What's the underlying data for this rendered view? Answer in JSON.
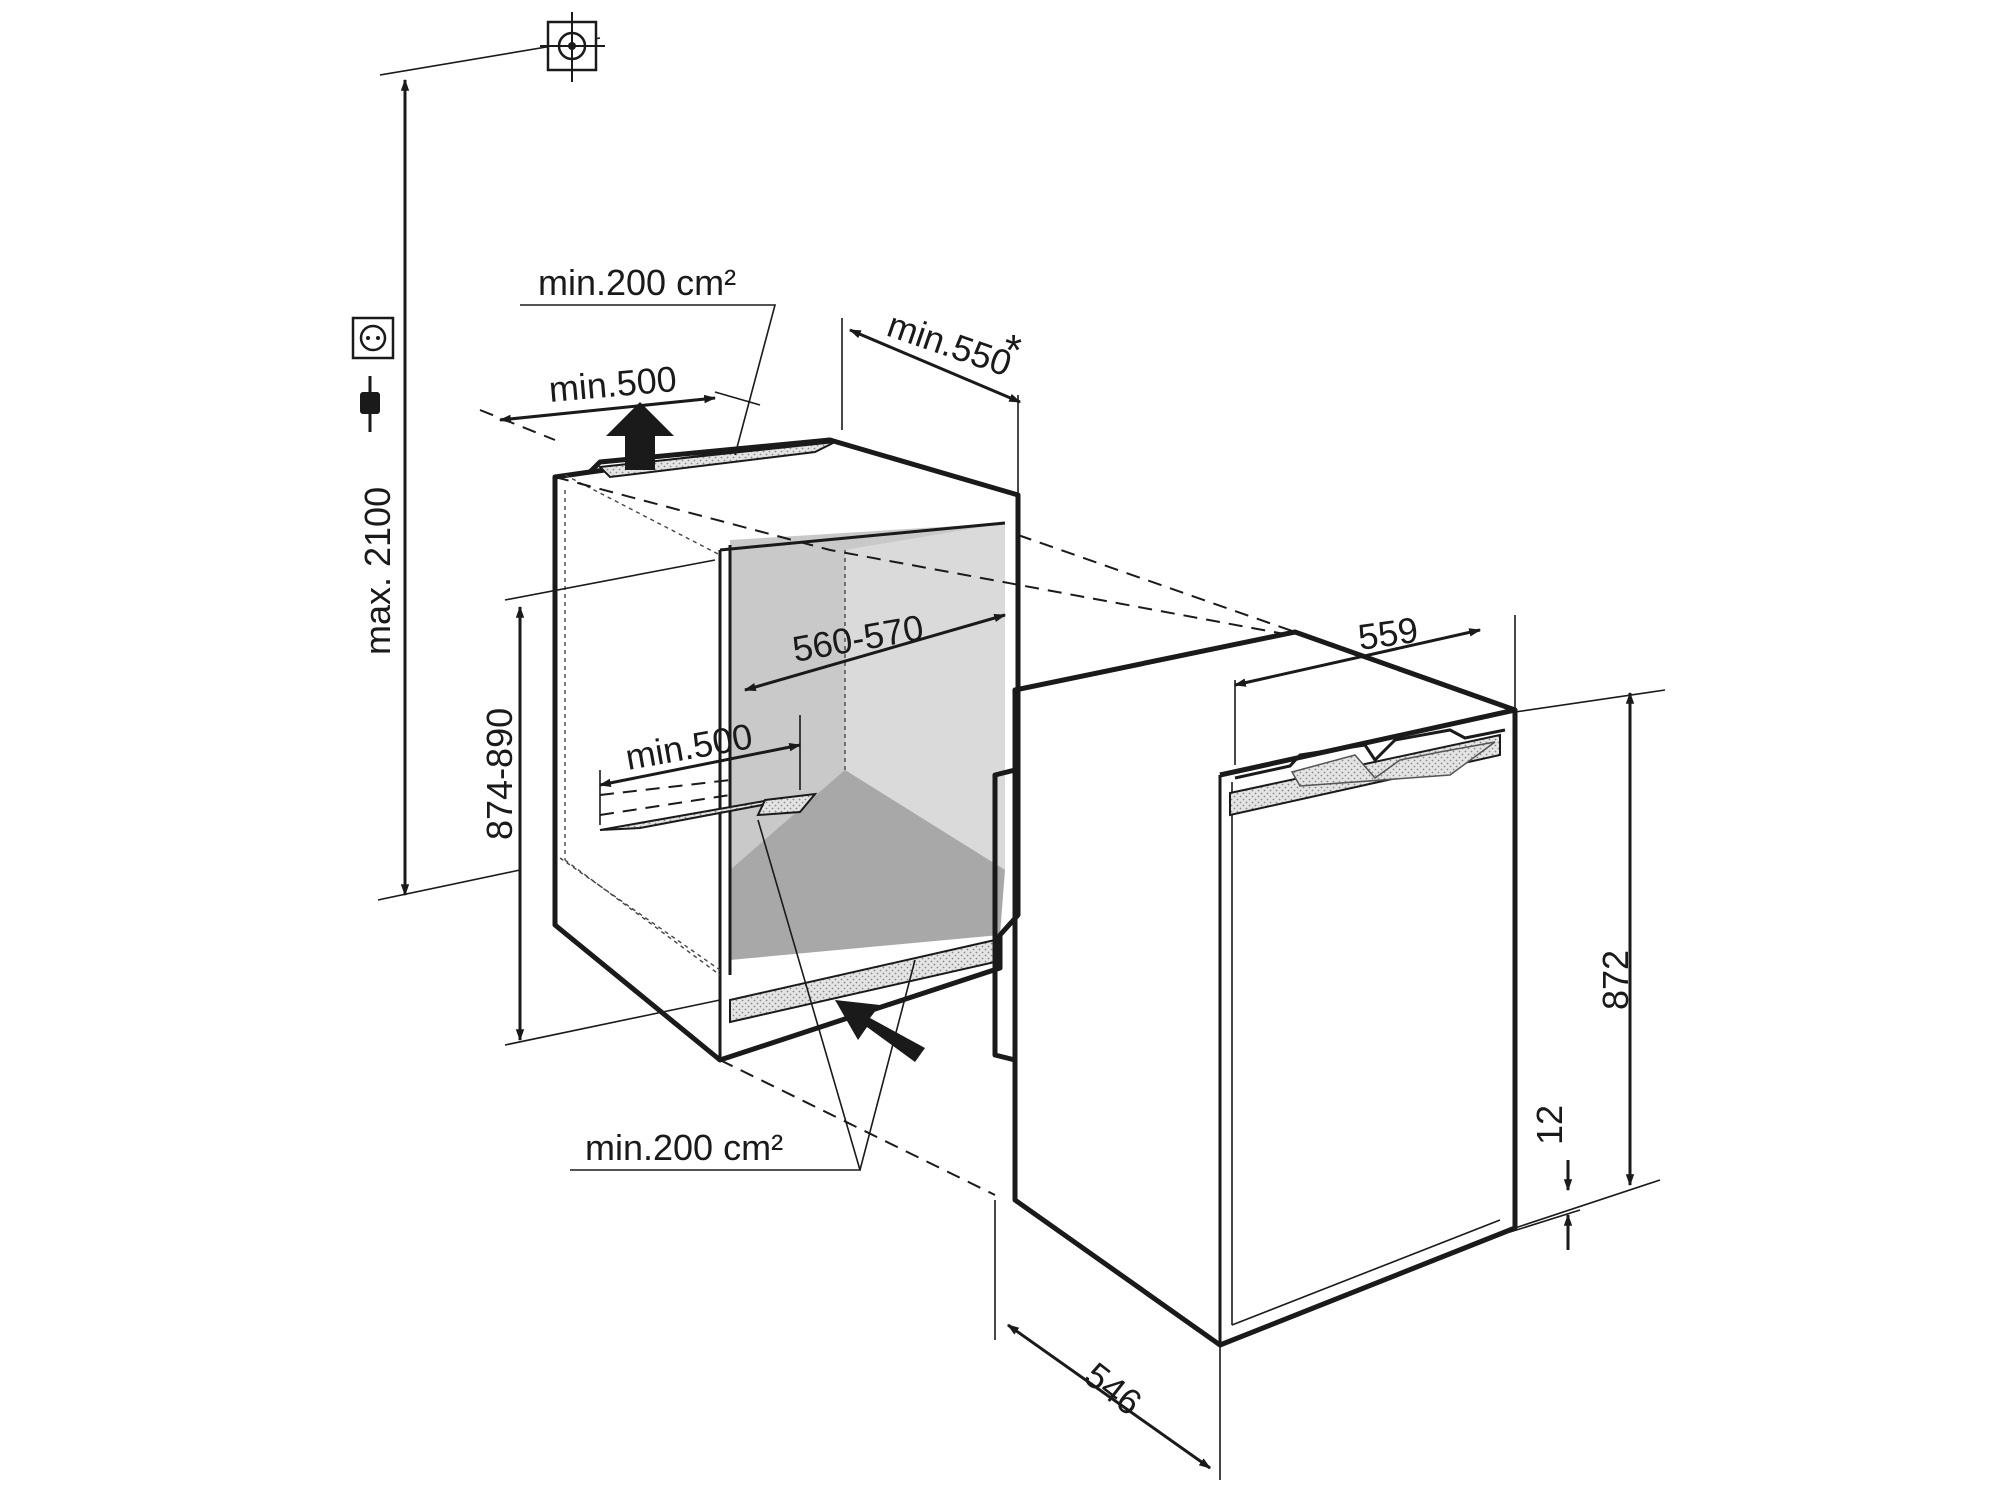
{
  "labels": {
    "vent_top": "min.200 cm²",
    "vent_bottom": "min.200 cm²",
    "depth_top": "min.550",
    "depth_asterisk": "*",
    "width_top": "min.500",
    "width_floor": "min.500",
    "niche_width": "560-570",
    "niche_height": "874-890",
    "max_height": "max. 2100",
    "appliance_width": "559",
    "appliance_height": "872",
    "appliance_depth": "546",
    "plinth_gap": "12"
  },
  "icons": [
    "socket-icon",
    "plug-icon",
    "water-connection-icon"
  ]
}
